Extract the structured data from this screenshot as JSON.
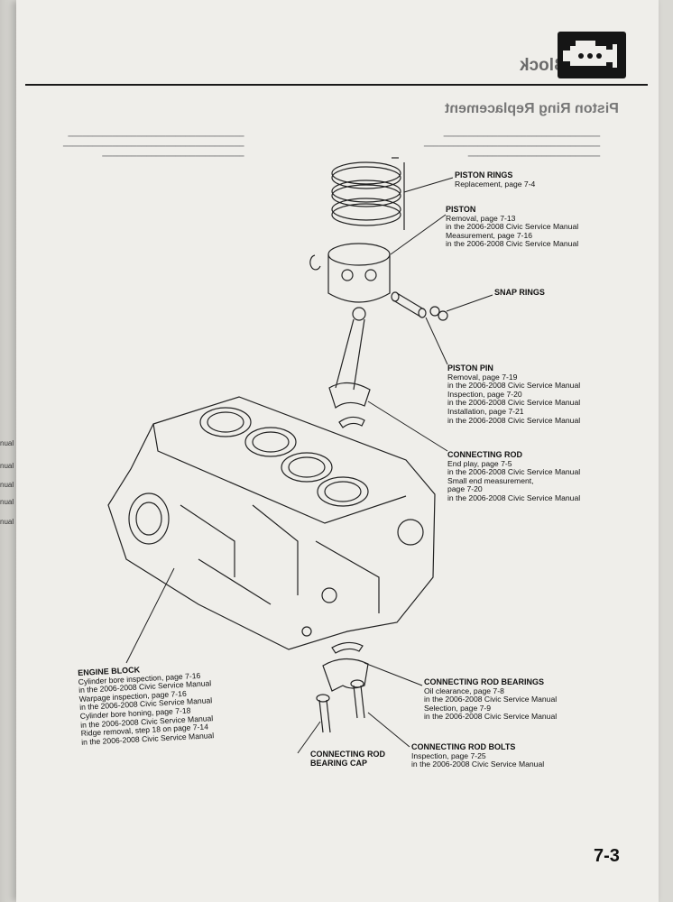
{
  "header": {
    "section_title": "Block",
    "subtitle": "Piston Ring Replacement",
    "icon": "engine-icon"
  },
  "left_margin_fragments": [
    "nual",
    "nual",
    "nual",
    "nual",
    "nual"
  ],
  "callouts": {
    "piston_rings": {
      "title": "PISTON RINGS",
      "lines": [
        "Replacement, page 7-4"
      ]
    },
    "piston": {
      "title": "PISTON",
      "lines": [
        "Removal, page 7-13",
        " in the 2006-2008 Civic Service Manual",
        "Measurement, page 7-16",
        " in the 2006-2008 Civic Service Manual"
      ]
    },
    "snap_rings": {
      "title": "SNAP RINGS",
      "lines": []
    },
    "piston_pin": {
      "title": "PISTON PIN",
      "lines": [
        "Removal, page 7-19",
        " in the 2006-2008 Civic Service Manual",
        "Inspection, page 7-20",
        " in the 2006-2008 Civic Service Manual",
        "Installation, page 7-21",
        " in the 2006-2008 Civic Service Manual"
      ]
    },
    "connecting_rod": {
      "title": "CONNECTING ROD",
      "lines": [
        "End play, page 7-5",
        " in the 2006-2008 Civic Service Manual",
        "Small end measurement,",
        " page 7-20",
        " in the 2006-2008 Civic Service Manual"
      ]
    },
    "engine_block": {
      "title": "ENGINE BLOCK",
      "lines": [
        "Cylinder bore inspection, page 7-16",
        " in the 2006-2008 Civic Service Manual",
        "Warpage inspection, page 7-16",
        " in the 2006-2008 Civic Service Manual",
        "Cylinder bore honing, page 7-18",
        " in the 2006-2008 Civic Service Manual",
        "Ridge removal, step 18 on page 7-14",
        " in the 2006-2008 Civic Service Manual"
      ]
    },
    "connecting_rod_bearings": {
      "title": "CONNECTING ROD BEARINGS",
      "lines": [
        "Oil clearance, page 7-8",
        " in the 2006-2008 Civic Service Manual",
        "Selection, page 7-9",
        " in the 2006-2008 Civic Service Manual"
      ]
    },
    "connecting_rod_bolts": {
      "title": "CONNECTING ROD BOLTS",
      "lines": [
        "Inspection, page 7-25",
        " in the 2006-2008 Civic Service Manual"
      ]
    },
    "bearing_cap": {
      "title_line1": "CONNECTING ROD",
      "title_line2": "BEARING CAP"
    }
  },
  "page_number": "7-3"
}
